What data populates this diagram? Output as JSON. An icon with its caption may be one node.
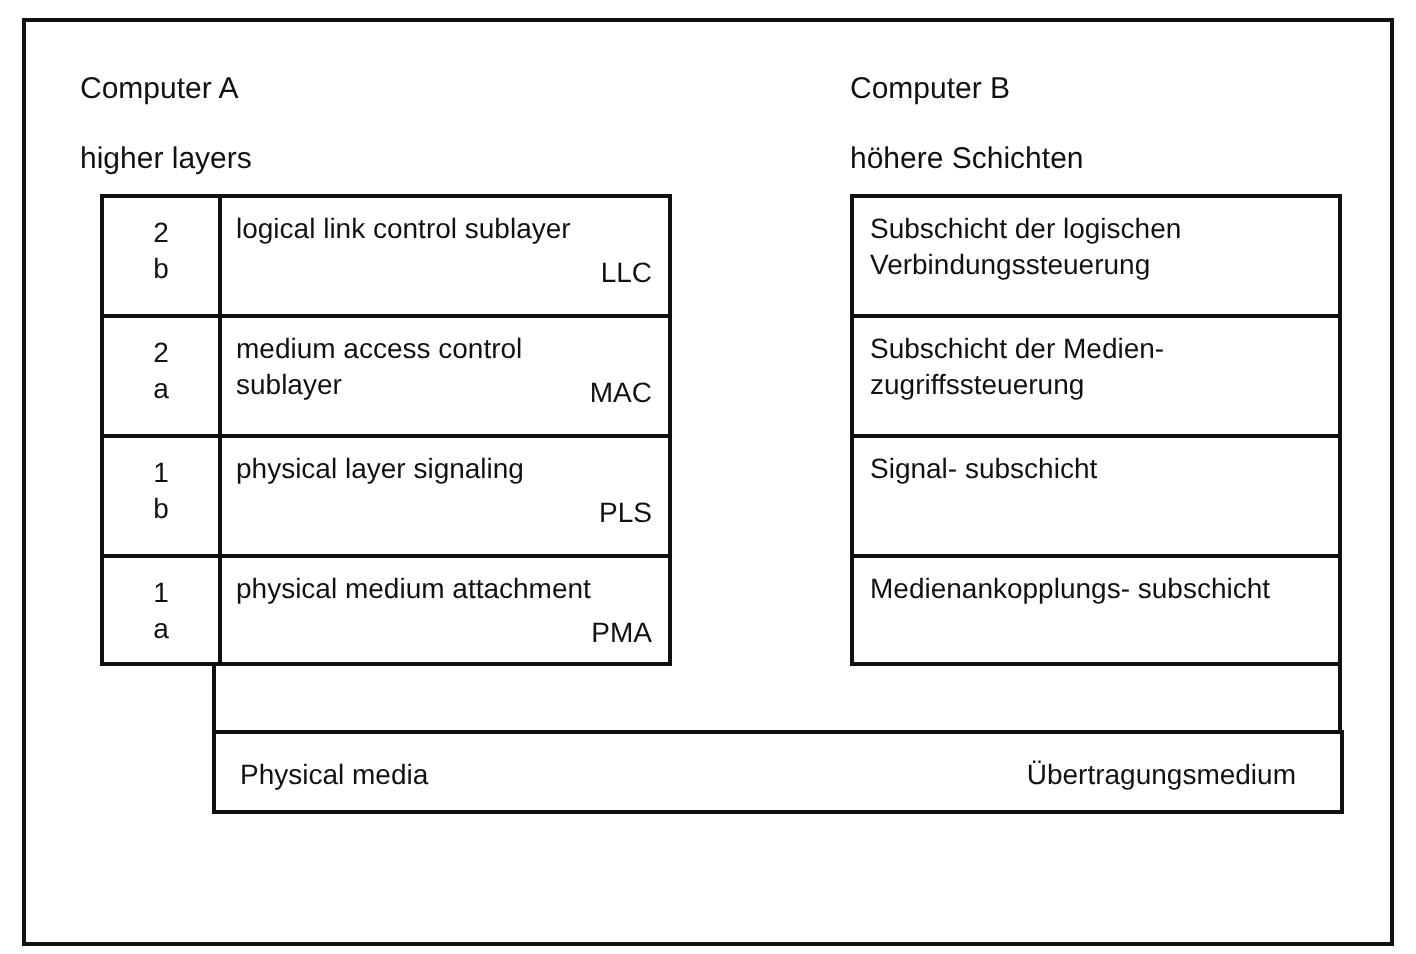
{
  "diagram": {
    "nodes": [
      {
        "text": [
          "2 b",
          "logical link control sublayer",
          "LLC"
        ]
      },
      {
        "text": [
          "2 a",
          "medium access control sublayer",
          "MAC"
        ]
      },
      {
        "text": [
          "1 b",
          "physical layer signaling",
          "PLS"
        ]
      },
      {
        "text": [
          "1 a",
          "physical medium attachment",
          "PMA"
        ]
      },
      {
        "text": [
          "Subschicht der logischen Verbindungssteuerung"
        ]
      },
      {
        "text": [
          "Subschicht der Medien- zugriffssteuerung"
        ]
      },
      {
        "text": [
          "Signal- subschicht"
        ]
      },
      {
        "text": [
          "Medienankopplungs- subschicht"
        ]
      },
      {
        "text": [
          "Physical media",
          "Übertragungsmedium"
        ]
      }
    ],
    "edges": [
      {
        "from": 3,
        "to": 8,
        "arrow": "none"
      },
      {
        "from": 7,
        "to": 8,
        "arrow": "none"
      }
    ],
    "labels": [
      "Computer A",
      "Computer B",
      "higher layers",
      "höhere Schichten"
    ]
  }
}
